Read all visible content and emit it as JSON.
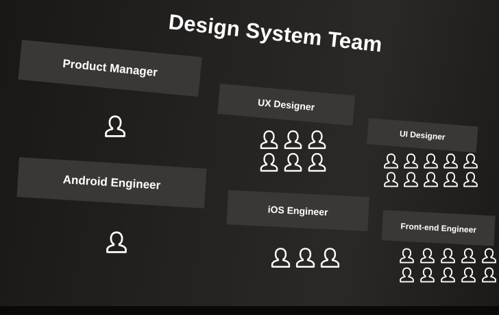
{
  "title": "Design System Team",
  "roles": [
    {
      "label": "Product Manager",
      "count": 1
    },
    {
      "label": "UX Designer",
      "count": 6
    },
    {
      "label": "UI Designer",
      "count": 10
    },
    {
      "label": "Android Engineer",
      "count": 1
    },
    {
      "label": "iOS Engineer",
      "count": 3
    },
    {
      "label": "Front-end Engineer",
      "count": 10
    }
  ],
  "icon": "person-outline-icon",
  "colors": {
    "panel": "#3a3836",
    "text": "#ffffff",
    "background": "#242220"
  }
}
